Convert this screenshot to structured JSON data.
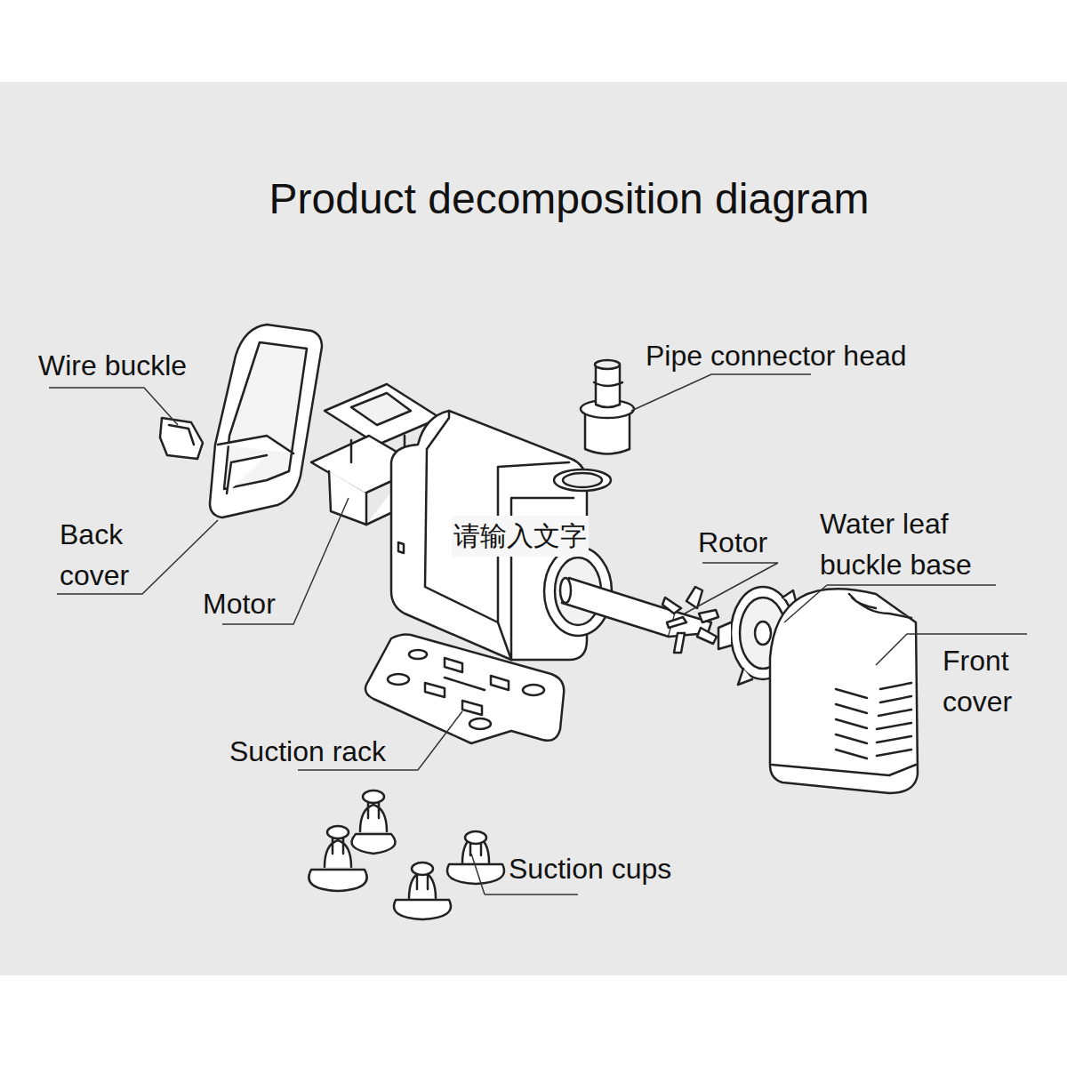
{
  "diagram": {
    "title": "Product decomposition diagram",
    "labels": [
      "Wire buckle",
      "Pipe connector head",
      "Back cover",
      "Motor",
      "请输入文字",
      "Rotor",
      "Water leaf buckle base",
      "Front cover",
      "Suction rack",
      "Suction cups"
    ]
  }
}
